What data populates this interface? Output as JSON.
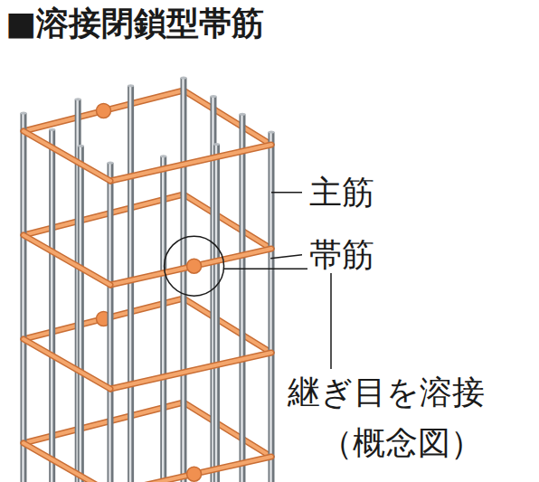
{
  "diagram": {
    "title": "■溶接閉鎖型帯筋",
    "labels": [
      "主筋",
      "帯筋",
      "継ぎ目を溶接",
      "（概念図）"
    ]
  }
}
